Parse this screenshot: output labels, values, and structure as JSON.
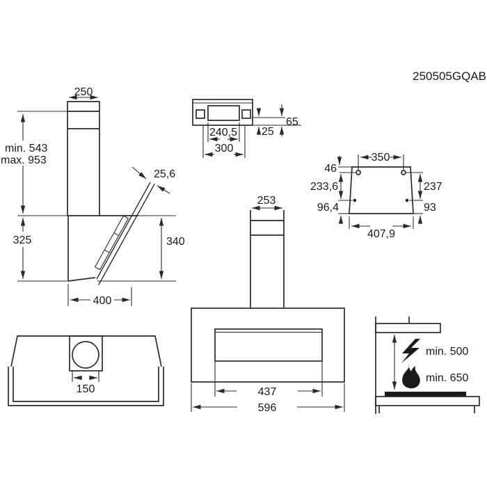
{
  "product_code": "250505GQAB",
  "side_view": {
    "chimney_width": "250",
    "height_min": "min. 543",
    "height_max": "max. 953",
    "back_height": "325",
    "panel_thickness": "25,6",
    "front_height": "340",
    "depth": "400"
  },
  "chimney_bracket_view": {
    "inner_width": "240,5",
    "outer_width": "300",
    "offset_depth": "25",
    "total_depth": "65"
  },
  "mounting_template": {
    "hole_spacing": "350",
    "hole_top_offset": "46",
    "left_height": "233,6",
    "left_bottom_offset": "96,4",
    "right_height": "237",
    "right_bottom_offset": "93",
    "bottom_width": "407,9"
  },
  "bottom_view": {
    "duct_diameter": "150"
  },
  "front_view": {
    "chimney_width": "253",
    "inner_width": "437",
    "total_width": "596"
  },
  "clearance": {
    "electric_min": "min. 500",
    "gas_min": "min. 650"
  }
}
